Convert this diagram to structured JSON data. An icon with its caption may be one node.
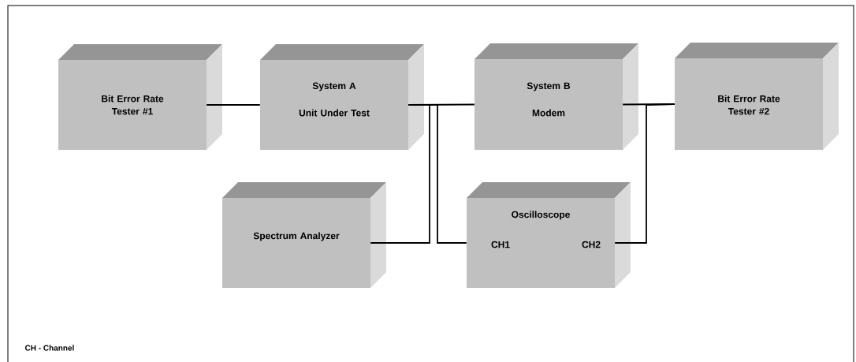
{
  "diagram": {
    "nodes": [
      {
        "text": [
          "Bit Error Rate Tester #1"
        ]
      },
      {
        "text": [
          "System A",
          "Unit Under Test"
        ]
      },
      {
        "text": [
          "System B",
          "Modem"
        ]
      },
      {
        "text": [
          "Bit Error Rate Tester #2"
        ]
      },
      {
        "text": [
          "Spectrum Analyzer"
        ]
      },
      {
        "text": [
          "Oscilloscope",
          "CH1",
          "CH2"
        ]
      }
    ],
    "edges": [
      {
        "from": 0,
        "to": 1,
        "arrow": "none"
      },
      {
        "from": 1,
        "to": 2,
        "arrow": "none"
      },
      {
        "from": 2,
        "to": 3,
        "arrow": "none"
      },
      {
        "from": 4,
        "to": 1,
        "arrow": "none"
      },
      {
        "from": 5,
        "to": 1,
        "arrow": "none"
      },
      {
        "from": 5,
        "to": 3,
        "arrow": "none"
      }
    ],
    "labels": [
      "CH - Channel"
    ]
  }
}
